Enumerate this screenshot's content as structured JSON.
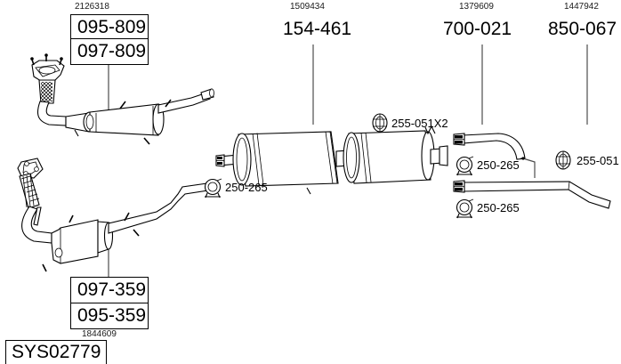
{
  "diagram": {
    "title": "Exhaust system parts diagram",
    "system_code": "SYS02779",
    "background_color": "#ffffff",
    "line_color": "#000000"
  },
  "top_refs": [
    {
      "id": "ref-2126318",
      "text": "2126318"
    },
    {
      "id": "ref-1509434",
      "text": "1509434"
    },
    {
      "id": "ref-1379609",
      "text": "1379609"
    },
    {
      "id": "ref-1447942",
      "text": "1447942"
    }
  ],
  "bottom_refs": [
    {
      "id": "ref-1844609",
      "text": "1844609"
    }
  ],
  "boxed_parts": [
    {
      "id": "part-095-809",
      "text": "095-809"
    },
    {
      "id": "part-097-809",
      "text": "097-809"
    },
    {
      "id": "part-097-359",
      "text": "097-359"
    },
    {
      "id": "part-095-359",
      "text": "095-359"
    }
  ],
  "plain_parts": [
    {
      "id": "part-154-461",
      "text": "154-461"
    },
    {
      "id": "part-700-021",
      "text": "700-021"
    },
    {
      "id": "part-850-067",
      "text": "850-067"
    }
  ],
  "fittings": [
    {
      "id": "fit-250-265-a",
      "text": "250-265",
      "icon": "exhaust-clamp-icon"
    },
    {
      "id": "fit-255-051x2",
      "text": "255-051X2",
      "icon": "exhaust-gasket-icon"
    },
    {
      "id": "fit-250-265-b",
      "text": "250-265",
      "icon": "exhaust-clamp-icon"
    },
    {
      "id": "fit-250-265-c",
      "text": "250-265",
      "icon": "exhaust-clamp-icon"
    },
    {
      "id": "fit-255-051",
      "text": "255-051",
      "icon": "exhaust-gasket-icon"
    }
  ]
}
